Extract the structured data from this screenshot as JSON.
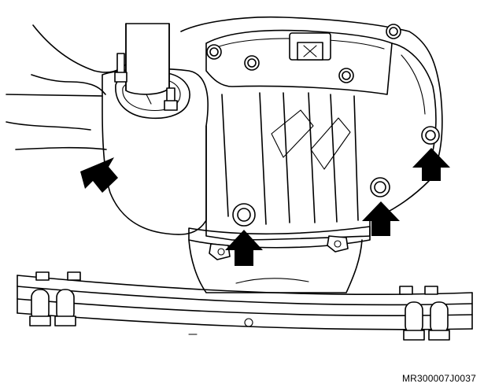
{
  "figure": {
    "reference_code": "MR300007J0037"
  },
  "callouts": [
    {
      "id": "bolt-left-lower"
    },
    {
      "id": "bolt-center"
    },
    {
      "id": "bolt-right-lower"
    },
    {
      "id": "bolt-right-upper"
    },
    {
      "id": "bolt-left-upper"
    }
  ],
  "colors": {
    "line": "#000000",
    "background": "#ffffff",
    "arrow": "#000000"
  }
}
